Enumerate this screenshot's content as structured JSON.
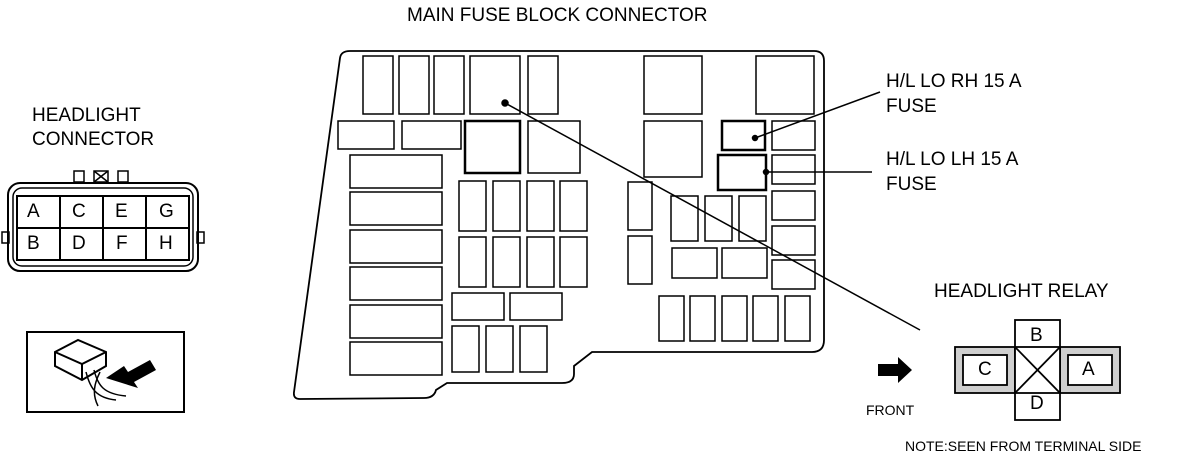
{
  "main_title": "MAIN FUSE BLOCK CONNECTOR",
  "headlight_connector": {
    "title_line1": "HEADLIGHT",
    "title_line2": "CONNECTOR",
    "pins_top": [
      "A",
      "C",
      "E",
      "G"
    ],
    "pins_bottom": [
      "B",
      "D",
      "F",
      "H"
    ]
  },
  "callouts": {
    "rh_line1": "H/L LO RH 15 A",
    "rh_line2": "FUSE",
    "lh_line1": "H/L LO LH 15 A",
    "lh_line2": "FUSE"
  },
  "relay": {
    "title": "HEADLIGHT RELAY",
    "terminals": {
      "top": "B",
      "left": "C",
      "right": "A",
      "bottom": "D"
    }
  },
  "front_label": "FRONT",
  "note": "NOTE:SEEN FROM TERMINAL SIDE",
  "icons": [
    "headlight-connector-icon",
    "probe-connector-icon",
    "relay-icon",
    "front-arrow-icon"
  ]
}
